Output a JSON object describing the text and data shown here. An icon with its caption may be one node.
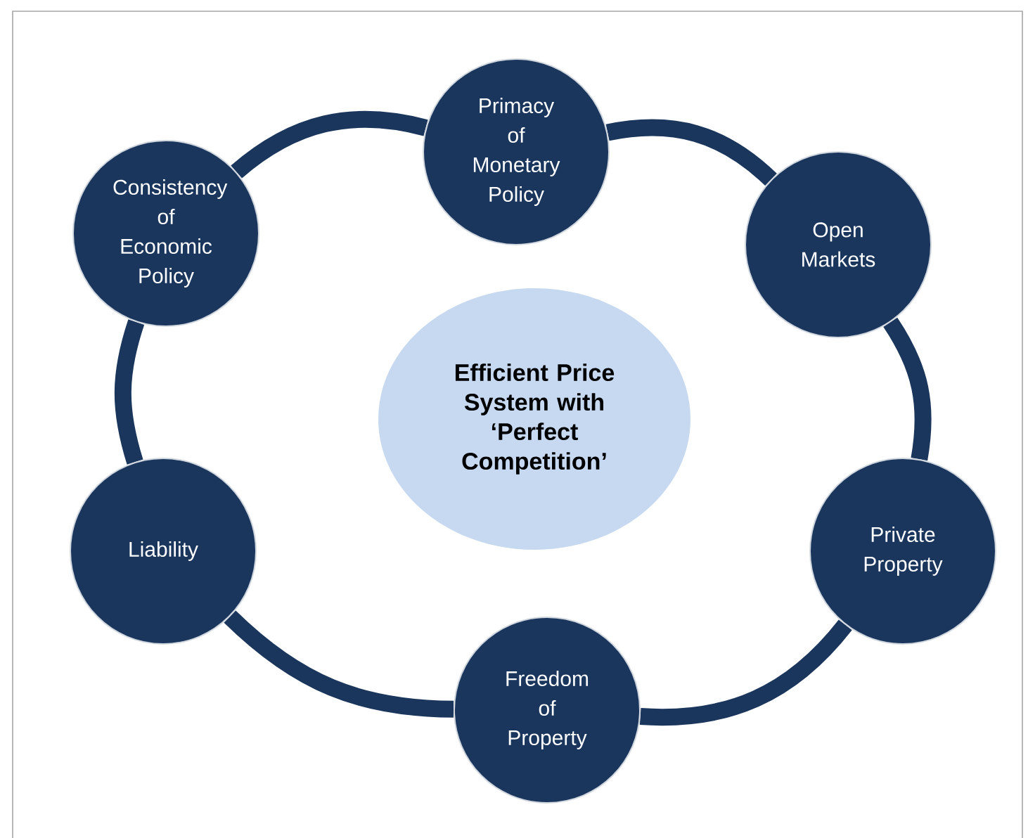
{
  "diagram": {
    "nodes": [
      {
        "text": [
          "Primacy of Monetary Policy"
        ]
      },
      {
        "text": [
          "Open Markets"
        ]
      },
      {
        "text": [
          "Private Property"
        ]
      },
      {
        "text": [
          "Freedom of Property"
        ]
      },
      {
        "text": [
          "Liability"
        ]
      },
      {
        "text": [
          "Consistency of Economic Policy"
        ]
      },
      {
        "text": [
          "Efficient Price System with ‘Perfect Competition’"
        ]
      }
    ],
    "edges": [
      {
        "from": 0,
        "to": 1,
        "arrow": "none"
      },
      {
        "from": 1,
        "to": 2,
        "arrow": "none"
      },
      {
        "from": 2,
        "to": 3,
        "arrow": "none"
      },
      {
        "from": 3,
        "to": 4,
        "arrow": "none"
      },
      {
        "from": 4,
        "to": 5,
        "arrow": "none"
      },
      {
        "from": 5,
        "to": 0,
        "arrow": "none"
      }
    ]
  }
}
